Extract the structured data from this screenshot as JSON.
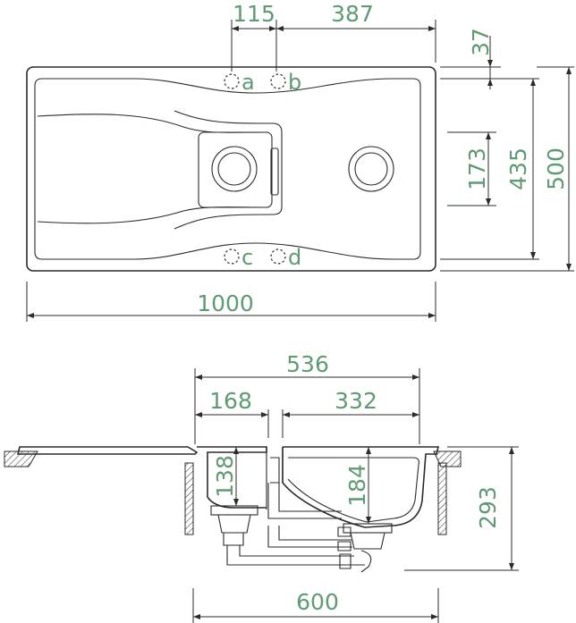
{
  "dimensions": {
    "d115": "115",
    "d387": "387",
    "d37": "37",
    "d173": "173",
    "d435": "435",
    "d500": "500",
    "d1000": "1000",
    "d536": "536",
    "d168": "168",
    "d332": "332",
    "d138": "138",
    "d184": "184",
    "d293": "293",
    "d600": "600"
  },
  "hole_labels": {
    "a": "a",
    "b": "b",
    "c": "c",
    "d": "d"
  },
  "colors": {
    "dimension_text": "#5f9a72",
    "line": "#2b2b2b"
  }
}
